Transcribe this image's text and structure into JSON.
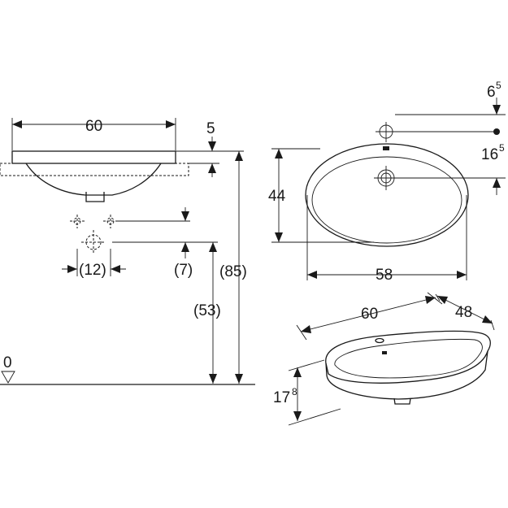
{
  "side_view": {
    "width_label": "60",
    "rim_label": "5",
    "tap_spacing_label": "(12)",
    "tap_drop_label": "(7)",
    "height_label": "(53)",
    "total_height_label": "(85)",
    "floor_label": "0"
  },
  "top_view": {
    "offset_label_main": "6",
    "offset_label_sup": "5",
    "tap_offset_main": "16",
    "tap_offset_sup": "5",
    "depth_label": "44",
    "width_label": "58"
  },
  "iso_view": {
    "width_label": "60",
    "depth_label": "48",
    "height_main": "17",
    "height_sup": "8"
  }
}
